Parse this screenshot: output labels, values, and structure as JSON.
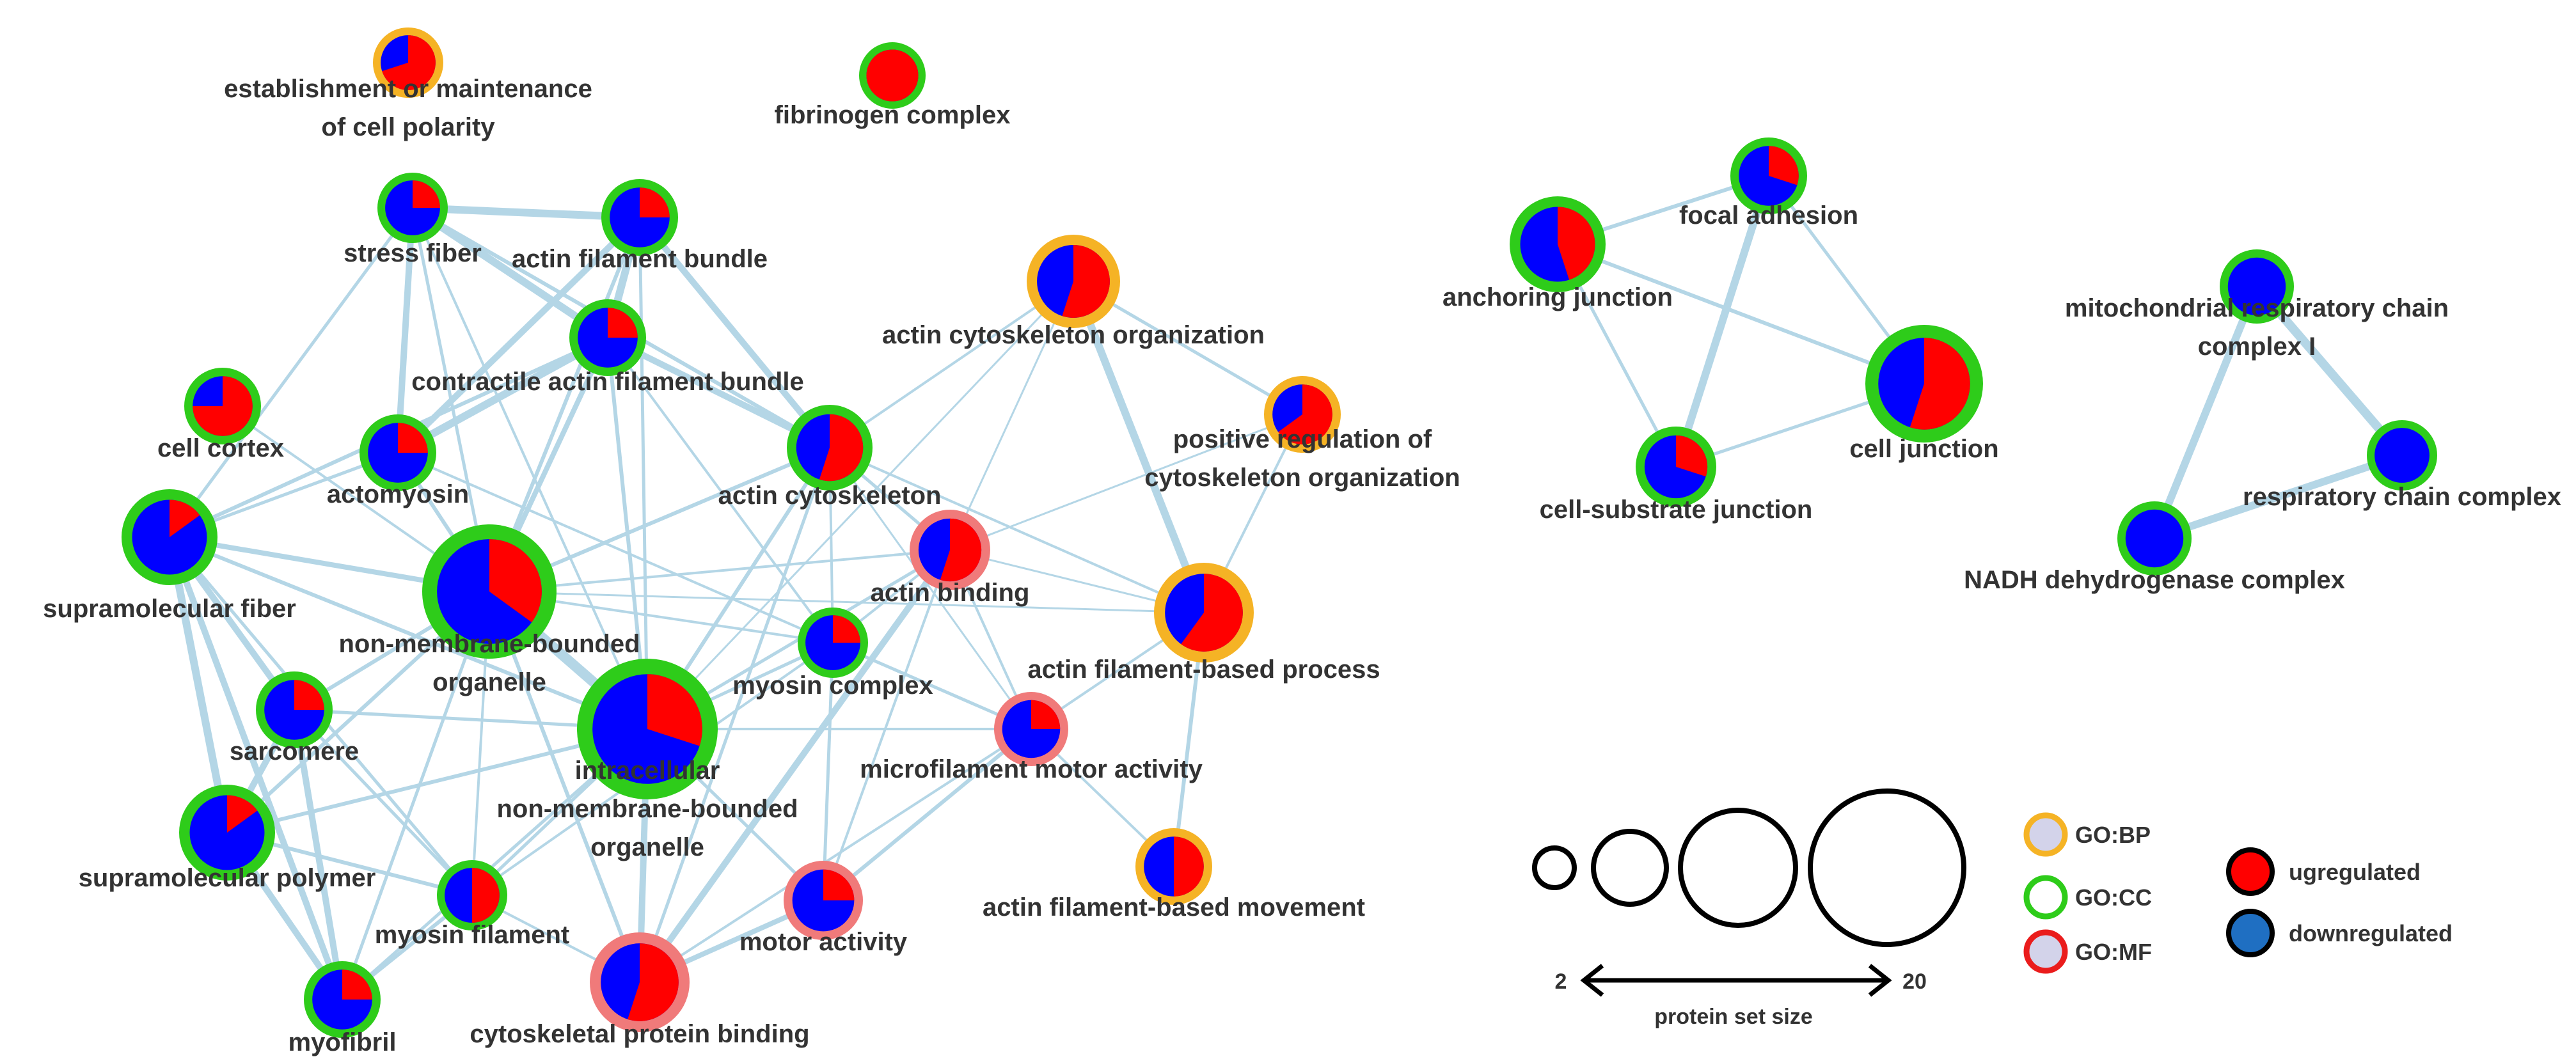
{
  "colors": {
    "upregulated": "#ff0000",
    "downregulated": "#0000ff",
    "edge": "#b4d6e6",
    "go_bp": "#f5b325",
    "go_cc": "#2ecc1a",
    "go_mf": "#f07a7a"
  },
  "nodes": [
    {
      "id": "cell-polarity",
      "lines": [
        "establishment or maintenance",
        "of cell polarity"
      ],
      "category": "BP",
      "up": 0.7
    },
    {
      "id": "fibrinogen",
      "lines": [
        "fibrinogen complex"
      ],
      "category": "CC",
      "up": 1.0
    },
    {
      "id": "stress-fiber",
      "lines": [
        "stress fiber"
      ],
      "category": "CC",
      "up": 0.25
    },
    {
      "id": "actin-filament-bundle",
      "lines": [
        "actin filament bundle"
      ],
      "category": "CC",
      "up": 0.25
    },
    {
      "id": "contractile-bundle",
      "lines": [
        "contractile actin filament bundle"
      ],
      "category": "CC",
      "up": 0.25
    },
    {
      "id": "cell-cortex",
      "lines": [
        "cell cortex"
      ],
      "category": "CC",
      "up": 0.75
    },
    {
      "id": "actomyosin",
      "lines": [
        "actomyosin"
      ],
      "category": "CC",
      "up": 0.25
    },
    {
      "id": "actin-cyto-org",
      "lines": [
        "actin cytoskeleton organization"
      ],
      "category": "BP",
      "up": 0.55
    },
    {
      "id": "pos-reg-cyto",
      "lines": [
        "positive regulation of",
        "cytoskeleton organization"
      ],
      "category": "BP",
      "up": 0.65
    },
    {
      "id": "actin-cytoskeleton",
      "lines": [
        "actin cytoskeleton"
      ],
      "category": "CC",
      "up": 0.55
    },
    {
      "id": "supramolecular-fiber",
      "lines": [
        "supramolecular fiber"
      ],
      "category": "CC",
      "up": 0.15
    },
    {
      "id": "nmbo",
      "lines": [
        "non-membrane-bounded",
        "organelle"
      ],
      "category": "CC",
      "up": 0.35
    },
    {
      "id": "actin-binding",
      "lines": [
        "actin binding"
      ],
      "category": "MF",
      "up": 0.55
    },
    {
      "id": "actin-filament-process",
      "lines": [
        "actin filament-based process"
      ],
      "category": "BP",
      "up": 0.6
    },
    {
      "id": "myosin-complex",
      "lines": [
        "myosin complex"
      ],
      "category": "CC",
      "up": 0.25
    },
    {
      "id": "intracellular-nmbo",
      "lines": [
        "intracellular",
        "non-membrane-bounded",
        "organelle"
      ],
      "category": "CC",
      "up": 0.3
    },
    {
      "id": "sarcomere",
      "lines": [
        "sarcomere"
      ],
      "category": "CC",
      "up": 0.25
    },
    {
      "id": "microfilament-motor",
      "lines": [
        "microfilament motor activity"
      ],
      "category": "MF",
      "up": 0.25
    },
    {
      "id": "supramolecular-polymer",
      "lines": [
        "supramolecular polymer"
      ],
      "category": "CC",
      "up": 0.15
    },
    {
      "id": "actin-filament-movement",
      "lines": [
        "actin filament-based movement"
      ],
      "category": "BP",
      "up": 0.5
    },
    {
      "id": "myosin-filament",
      "lines": [
        "myosin filament"
      ],
      "category": "CC",
      "up": 0.5
    },
    {
      "id": "motor-activity",
      "lines": [
        "motor activity"
      ],
      "category": "MF",
      "up": 0.25
    },
    {
      "id": "myofibril",
      "lines": [
        "myofibril"
      ],
      "category": "CC",
      "up": 0.25
    },
    {
      "id": "cytoskeletal-binding",
      "lines": [
        "cytoskeletal protein binding"
      ],
      "category": "MF",
      "up": 0.55
    },
    {
      "id": "focal-adhesion",
      "lines": [
        "focal adhesion"
      ],
      "category": "CC",
      "up": 0.3
    },
    {
      "id": "anchoring-junction",
      "lines": [
        "anchoring junction"
      ],
      "category": "CC",
      "up": 0.45
    },
    {
      "id": "cell-junction",
      "lines": [
        "cell junction"
      ],
      "category": "CC",
      "up": 0.55
    },
    {
      "id": "cell-substrate-junction",
      "lines": [
        "cell-substrate junction"
      ],
      "category": "CC",
      "up": 0.3
    },
    {
      "id": "mito-complex-i",
      "lines": [
        "mitochondrial respiratory chain",
        "complex I"
      ],
      "category": "CC",
      "up": 0.0
    },
    {
      "id": "respiratory-chain",
      "lines": [
        "respiratory chain complex"
      ],
      "category": "CC",
      "up": 0.0
    },
    {
      "id": "nadh",
      "lines": [
        "NADH dehydrogenase complex"
      ],
      "category": "CC",
      "up": 0.0
    }
  ],
  "legend": {
    "size_min": "2",
    "size_max": "20",
    "size_title": "protein set size",
    "categories": [
      {
        "key": "BP",
        "label": "GO:BP"
      },
      {
        "key": "CC",
        "label": "GO:CC"
      },
      {
        "key": "MF",
        "label": "GO:MF"
      }
    ],
    "regulation": [
      {
        "key": "up",
        "label": "ugregulated",
        "color": "#ff0000"
      },
      {
        "key": "down",
        "label": "downregulated",
        "color": "#1f6fc2"
      }
    ]
  }
}
